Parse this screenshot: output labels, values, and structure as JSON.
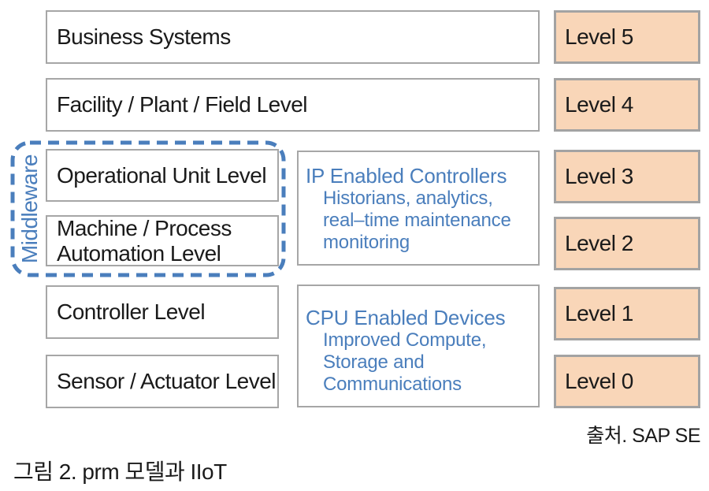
{
  "figure": {
    "caption": "그림 2. prm 모델과 IIoT",
    "source": "출처. SAP SE"
  },
  "diagram": {
    "middleware_group_label": "Middleware",
    "system_boxes": {
      "business": "Business Systems",
      "facility": "Facility / Plant / Field Level",
      "operational": "Operational Unit Level",
      "machine_line1": "Machine / Process",
      "machine_line2": "Automation Level",
      "controller": "Controller Level",
      "sensor": "Sensor / Actuator Level"
    },
    "info_boxes": [
      {
        "title": "IP Enabled Controllers",
        "lines": [
          "Historians, analytics,",
          "real–time maintenance",
          "monitoring"
        ]
      },
      {
        "title": "CPU Enabled Devices",
        "lines": [
          "Improved Compute,",
          "Storage and",
          "Communications"
        ]
      }
    ],
    "levels": [
      "Level 5",
      "Level 4",
      "Level 3",
      "Level 2",
      "Level 1",
      "Level 0"
    ],
    "colors": {
      "accent_blue": "#4a7ebc",
      "level_fill": "#f9d6b8",
      "border_gray": "#a6a6a6"
    }
  }
}
